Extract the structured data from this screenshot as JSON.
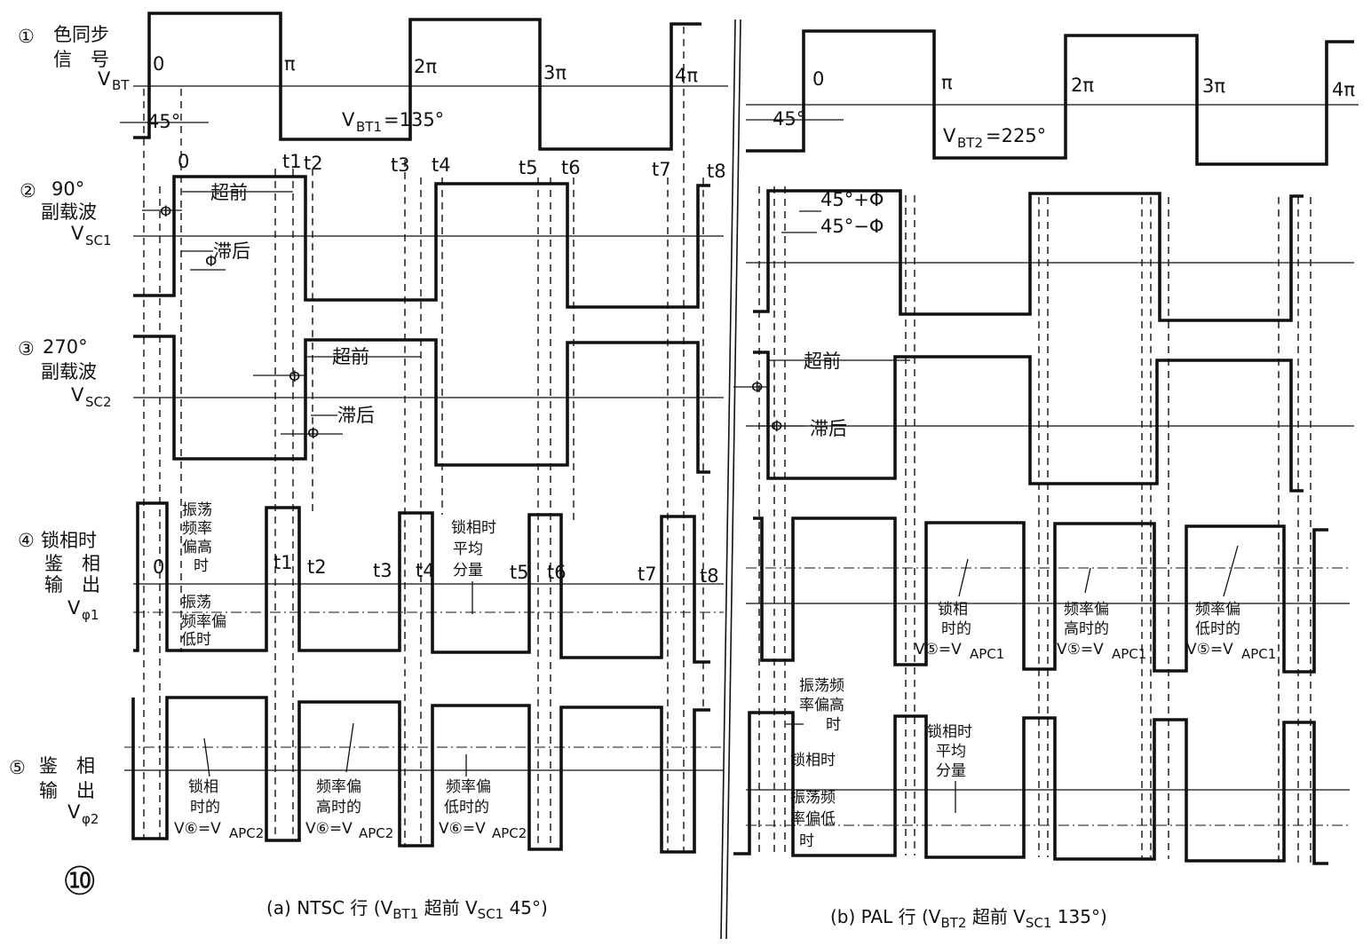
{
  "rows": {
    "r1": {
      "circ": "①",
      "l1": "色同步",
      "l2": "信　号",
      "sym": "V",
      "sub": "BT"
    },
    "r2": {
      "circ": "②",
      "l1": "90°",
      "l2": "副载波",
      "sym": "V",
      "sub": "SC1"
    },
    "r3": {
      "circ": "③",
      "l1": "270°",
      "l2": "副载波",
      "sym": "V",
      "sub": "SC2"
    },
    "r4": {
      "circ": "④",
      "l1": "锁相时",
      "l2": "鉴　相",
      "l3": "输　出",
      "sym": "V",
      "sub": "φ1"
    },
    "r5": {
      "circ": "⑤",
      "l1": "鉴　相",
      "l2": "输　出",
      "sym": "V",
      "sub": "φ2"
    }
  },
  "phase_marks": [
    "0",
    "π",
    "2π",
    "3π",
    "4π"
  ],
  "time_marks": [
    "0",
    "t1",
    "t2",
    "t3",
    "t4",
    "t5",
    "t6",
    "t7",
    "t8"
  ],
  "annotations": {
    "deg45": "45°",
    "ntsc_vbt_sym": "V",
    "ntsc_vbt_sub": "BT1",
    "ntsc_vbt_val": "=135°",
    "pal_vbt_sym": "V",
    "pal_vbt_sub": "BT2",
    "pal_vbt_val": "=225°",
    "lead": "超前",
    "lag": "滞后",
    "phi": "Φ",
    "plus_phi": "45°+Φ",
    "minus_phi": "45°−Φ",
    "osc_high_1": "振荡",
    "osc_high_2": "频率",
    "osc_high_3": "偏高",
    "osc_high_4": "时",
    "osc_low_1": "振荡",
    "osc_low_2": "频率偏",
    "osc_low_3": "低时",
    "lock_avg_1": "锁相时",
    "lock_avg_2": "平均",
    "lock_avg_3": "分量",
    "n5a_1": "锁相",
    "n5a_2": "时的",
    "n5b_1": "频率偏",
    "n5b_2": "高时的",
    "n5c_1": "频率偏",
    "n5c_2": "低时的",
    "v6": "V⑥=V",
    "apc2": "APC2",
    "p4a_1": "锁相",
    "p4a_2": "时的",
    "p4b_1": "频率偏",
    "p4b_2": "高时的",
    "p4c_1": "频率偏",
    "p4c_2": "低时的",
    "v5": "V⑤=V",
    "apc1": "APC1",
    "p5_osc_high_1": "振荡频",
    "p5_osc_high_2": "率偏高",
    "p5_osc_high_3": "时",
    "p5_lock": "锁相时",
    "p5_osc_low_1": "振荡频",
    "p5_osc_low_2": "率偏低",
    "p5_osc_low_3": "时",
    "p5_avg_1": "锁相时",
    "p5_avg_2": "平均",
    "p5_avg_3": "分量"
  },
  "figure_number": "⑩",
  "captions": {
    "ntsc": "(a) NTSC 行 (V",
    "ntsc_sub": "BT1",
    "ntsc_mid": " 超前 V",
    "ntsc_sub2": "SC1",
    "ntsc_end": " 45°)",
    "pal": "(b) PAL 行 (V",
    "pal_sub": "BT2",
    "pal_mid": " 超前 V",
    "pal_sub2": "SC1",
    "pal_end": " 135°)"
  }
}
